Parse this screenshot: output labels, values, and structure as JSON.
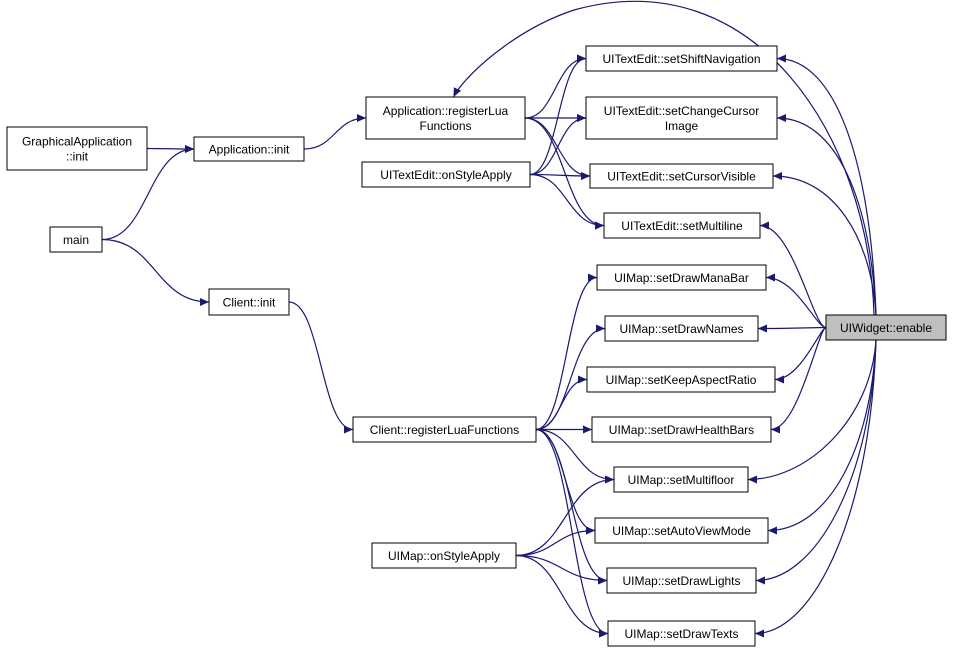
{
  "colors": {
    "edge": "#191970",
    "node_fill": "#ffffff",
    "node_stroke": "#000000",
    "highlight_fill": "#bfbfbf"
  },
  "nodes": [
    {
      "id": "graphical_init",
      "lines": [
        "GraphicalApplication",
        "::init"
      ]
    },
    {
      "id": "app_init",
      "lines": [
        "Application::init"
      ]
    },
    {
      "id": "main",
      "lines": [
        "main"
      ]
    },
    {
      "id": "client_init",
      "lines": [
        "Client::init"
      ]
    },
    {
      "id": "app_register",
      "lines": [
        "Application::registerLua",
        "Functions"
      ]
    },
    {
      "id": "textedit_onstyle",
      "lines": [
        "UITextEdit::onStyleApply"
      ]
    },
    {
      "id": "client_register",
      "lines": [
        "Client::registerLuaFunctions"
      ]
    },
    {
      "id": "map_onstyle",
      "lines": [
        "UIMap::onStyleApply"
      ]
    },
    {
      "id": "set_shift_nav",
      "lines": [
        "UITextEdit::setShiftNavigation"
      ]
    },
    {
      "id": "set_change_cursor",
      "lines": [
        "UITextEdit::setChangeCursor",
        "Image"
      ]
    },
    {
      "id": "set_cursor_visible",
      "lines": [
        "UITextEdit::setCursorVisible"
      ]
    },
    {
      "id": "set_multiline",
      "lines": [
        "UITextEdit::setMultiline"
      ]
    },
    {
      "id": "set_draw_mana",
      "lines": [
        "UIMap::setDrawManaBar"
      ]
    },
    {
      "id": "set_draw_names",
      "lines": [
        "UIMap::setDrawNames"
      ]
    },
    {
      "id": "set_keep_aspect",
      "lines": [
        "UIMap::setKeepAspectRatio"
      ]
    },
    {
      "id": "set_draw_health",
      "lines": [
        "UIMap::setDrawHealthBars"
      ]
    },
    {
      "id": "set_multifloor",
      "lines": [
        "UIMap::setMultifloor"
      ]
    },
    {
      "id": "set_auto_view",
      "lines": [
        "UIMap::setAutoViewMode"
      ]
    },
    {
      "id": "set_draw_lights",
      "lines": [
        "UIMap::setDrawLights"
      ]
    },
    {
      "id": "set_draw_texts",
      "lines": [
        "UIMap::setDrawTexts"
      ]
    },
    {
      "id": "widget_enable",
      "lines": [
        "UIWidget::enable"
      ],
      "highlight": true
    }
  ],
  "edges": [
    [
      "graphical_init",
      "app_init"
    ],
    [
      "main",
      "app_init"
    ],
    [
      "main",
      "client_init"
    ],
    [
      "app_init",
      "app_register"
    ],
    [
      "client_init",
      "client_register"
    ],
    [
      "app_register",
      "set_shift_nav"
    ],
    [
      "app_register",
      "set_change_cursor"
    ],
    [
      "app_register",
      "set_cursor_visible"
    ],
    [
      "app_register",
      "set_multiline"
    ],
    [
      "app_register",
      "widget_enable"
    ],
    [
      "textedit_onstyle",
      "set_shift_nav"
    ],
    [
      "textedit_onstyle",
      "set_change_cursor"
    ],
    [
      "textedit_onstyle",
      "set_cursor_visible"
    ],
    [
      "textedit_onstyle",
      "set_multiline"
    ],
    [
      "client_register",
      "set_draw_mana"
    ],
    [
      "client_register",
      "set_draw_names"
    ],
    [
      "client_register",
      "set_keep_aspect"
    ],
    [
      "client_register",
      "set_draw_health"
    ],
    [
      "client_register",
      "set_multifloor"
    ],
    [
      "client_register",
      "set_auto_view"
    ],
    [
      "client_register",
      "set_draw_lights"
    ],
    [
      "client_register",
      "set_draw_texts"
    ],
    [
      "map_onstyle",
      "set_multifloor"
    ],
    [
      "map_onstyle",
      "set_auto_view"
    ],
    [
      "map_onstyle",
      "set_draw_lights"
    ],
    [
      "map_onstyle",
      "set_draw_texts"
    ],
    [
      "set_shift_nav",
      "widget_enable"
    ],
    [
      "set_change_cursor",
      "widget_enable"
    ],
    [
      "set_cursor_visible",
      "widget_enable"
    ],
    [
      "set_multiline",
      "widget_enable"
    ],
    [
      "set_draw_mana",
      "widget_enable"
    ],
    [
      "set_draw_names",
      "widget_enable"
    ],
    [
      "set_keep_aspect",
      "widget_enable"
    ],
    [
      "set_draw_health",
      "widget_enable"
    ],
    [
      "set_multifloor",
      "widget_enable"
    ],
    [
      "set_auto_view",
      "widget_enable"
    ],
    [
      "set_draw_lights",
      "widget_enable"
    ],
    [
      "set_draw_texts",
      "widget_enable"
    ]
  ]
}
